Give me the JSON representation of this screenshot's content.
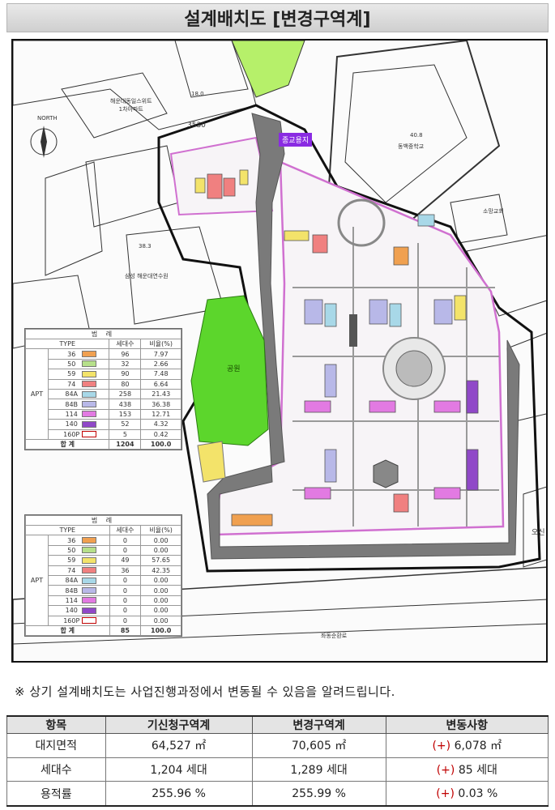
{
  "page_title": "설계배치도 [변경구역계]",
  "map": {
    "labels": {
      "north": "NORTH",
      "apt_top_left": "해운대동일스위트\n1차아파트",
      "num_3530": "3530",
      "religion": "종교용지",
      "school": "동백중학교",
      "church": "소망교회",
      "research_center": "삼성 해운대연수원",
      "park": "공원",
      "road_label": "좌동순환로",
      "elev_1": "18.0",
      "elev_2": "40.8",
      "elev_3": "38.3",
      "oseon": "오신"
    }
  },
  "legend1": {
    "title": "범 례",
    "headers": [
      "TYPE",
      "세대수",
      "비율(%)"
    ],
    "group": "APT",
    "rows": [
      {
        "type": "36",
        "count": "96",
        "ratio": "7.97",
        "color": "#f0a050"
      },
      {
        "type": "50",
        "count": "32",
        "ratio": "2.66",
        "color": "#b6e08a"
      },
      {
        "type": "59",
        "count": "90",
        "ratio": "7.48",
        "color": "#f3e36a"
      },
      {
        "type": "74",
        "count": "80",
        "ratio": "6.64",
        "color": "#f08080"
      },
      {
        "type": "84A",
        "count": "258",
        "ratio": "21.43",
        "color": "#a8d8e8"
      },
      {
        "type": "84B",
        "count": "438",
        "ratio": "36.38",
        "color": "#b8b8e8"
      },
      {
        "type": "114",
        "count": "153",
        "ratio": "12.71",
        "color": "#e27ae2"
      },
      {
        "type": "140",
        "count": "52",
        "ratio": "4.32",
        "color": "#9048c8"
      },
      {
        "type": "160P",
        "count": "5",
        "ratio": "0.42",
        "color": "#ffffff"
      }
    ],
    "total_label": "합  계",
    "total_count": "1204",
    "total_ratio": "100.0"
  },
  "legend2": {
    "title": "범 례",
    "headers": [
      "TYPE",
      "세대수",
      "비율(%)"
    ],
    "group": "APT",
    "rows": [
      {
        "type": "36",
        "count": "0",
        "ratio": "0.00",
        "color": "#f0a050"
      },
      {
        "type": "50",
        "count": "0",
        "ratio": "0.00",
        "color": "#b6e08a"
      },
      {
        "type": "59",
        "count": "49",
        "ratio": "57.65",
        "color": "#f3e36a"
      },
      {
        "type": "74",
        "count": "36",
        "ratio": "42.35",
        "color": "#f08080"
      },
      {
        "type": "84A",
        "count": "0",
        "ratio": "0.00",
        "color": "#a8d8e8"
      },
      {
        "type": "84B",
        "count": "0",
        "ratio": "0.00",
        "color": "#b8b8e8"
      },
      {
        "type": "114",
        "count": "0",
        "ratio": "0.00",
        "color": "#e27ae2"
      },
      {
        "type": "140",
        "count": "0",
        "ratio": "0.00",
        "color": "#9048c8"
      },
      {
        "type": "160P",
        "count": "0",
        "ratio": "0.00",
        "color": "#ffffff"
      }
    ],
    "total_label": "합  계",
    "total_count": "85",
    "total_ratio": "100.0"
  },
  "notice": "※ 상기 설계배치도는 사업진행과정에서 변동될 수 있음을 알려드립니다.",
  "summary": {
    "headers": [
      "항목",
      "기신청구역계",
      "변경구역계",
      "변동사항"
    ],
    "rows": [
      {
        "item": "대지면적",
        "before": "64,527 ㎡",
        "after": "70,605 ㎡",
        "plus": "(+)",
        "change": "6,078 ㎡"
      },
      {
        "item": "세대수",
        "before": "1,204 세대",
        "after": "1,289 세대",
        "plus": "(+)",
        "change": "85 세대"
      },
      {
        "item": "용적률",
        "before": "255.96 %",
        "after": "255.99 %",
        "plus": "(+)",
        "change": "0.03 %"
      }
    ]
  },
  "colors": {
    "park_green": "#5cd62c",
    "road_gray": "#7a7a7a",
    "boundary_pink": "#d070d0",
    "religion_purple": "#8a2be2"
  }
}
